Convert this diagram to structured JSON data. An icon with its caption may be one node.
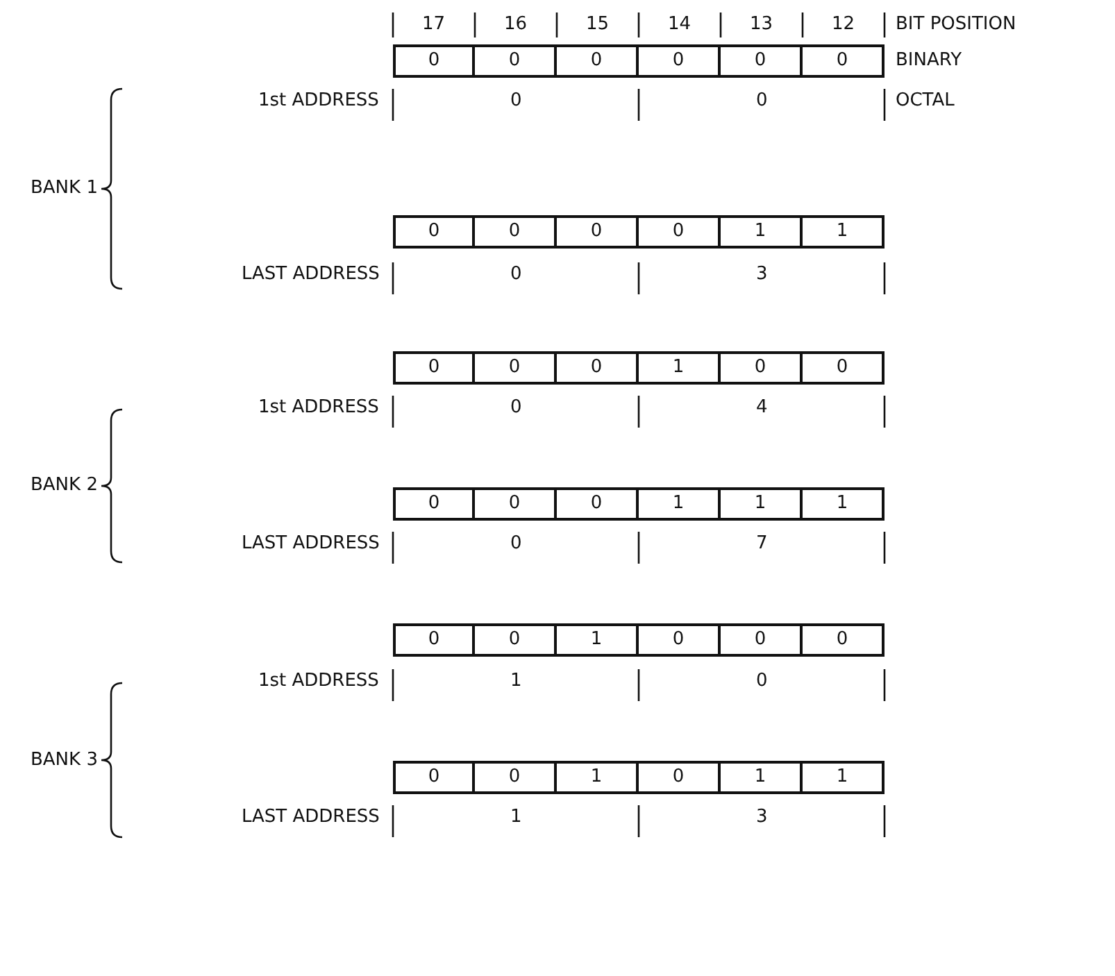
{
  "diagram": {
    "labels": [
      "17",
      "16",
      "15",
      "14",
      "13",
      "12",
      "BIT POSITION",
      "0",
      "0",
      "0",
      "0",
      "0",
      "0",
      "BINARY",
      "1st ADDRESS",
      "0",
      "0",
      "OCTAL",
      "BANK 1",
      "0",
      "0",
      "0",
      "0",
      "1",
      "1",
      "LAST ADDRESS",
      "0",
      "3",
      "0",
      "0",
      "0",
      "1",
      "0",
      "0",
      "1st ADDRESS",
      "0",
      "4",
      "BANK 2",
      "0",
      "0",
      "0",
      "1",
      "1",
      "1",
      "LAST ADDRESS",
      "0",
      "7",
      "0",
      "0",
      "1",
      "0",
      "0",
      "0",
      "1st ADDRESS",
      "1",
      "0",
      "BANK 3",
      "0",
      "0",
      "1",
      "0",
      "1",
      "1",
      "LAST ADDRESS",
      "1",
      "3"
    ]
  }
}
